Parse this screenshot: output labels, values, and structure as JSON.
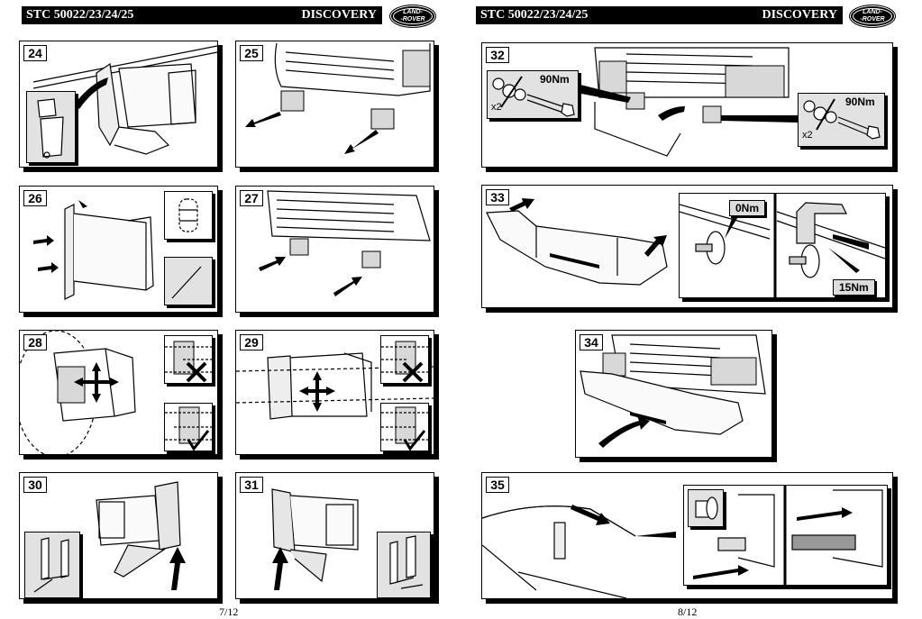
{
  "pages": [
    {
      "header": {
        "code": "STC 50022/23/24/25",
        "model": "DISCOVERY",
        "logo_line1": "LAND-",
        "logo_line2": "-ROVER"
      },
      "page_number": "7/12",
      "steps": [
        {
          "number": "24",
          "illustration": "Remove towing eye and discard (waste bin inset)"
        },
        {
          "number": "25",
          "illustration": "Remove towing brackets from front of vehicle"
        },
        {
          "number": "26",
          "illustration": "Fit side plates to receiver; insets show clip and tool"
        },
        {
          "number": "27",
          "illustration": "Offer receiver assemblies up to vehicle"
        },
        {
          "number": "28",
          "illustration": "Align receiver; insets show incorrect (cross) and correct (tick) alignment"
        },
        {
          "number": "29",
          "illustration": "Align receiver; insets show incorrect (cross) and correct (tick) alignment"
        },
        {
          "number": "30",
          "illustration": "Fit support bracket from below (inset shows bracket)"
        },
        {
          "number": "31",
          "illustration": "Fit support bracket from below (inset shows bracket)"
        }
      ]
    },
    {
      "header": {
        "code": "STC 50022/23/24/25",
        "model": "DISCOVERY",
        "logo_line1": "LAND-",
        "logo_line2": "-ROVER"
      },
      "page_number": "8/12",
      "steps": [
        {
          "number": "32",
          "illustration": "Secure brackets with bolts and washers",
          "callouts": [
            {
              "torque": "90Nm",
              "qty": "x2"
            },
            {
              "torque": "90Nm",
              "qty": "x2"
            }
          ]
        },
        {
          "number": "33",
          "illustration": "Prepare bumper; fit mounting rubbers and clip",
          "callouts": [
            {
              "torque": "0Nm"
            },
            {
              "torque": "15Nm"
            }
          ]
        },
        {
          "number": "34",
          "illustration": "Refit bumper to vehicle"
        },
        {
          "number": "35",
          "illustration": "Reconnect washer hose to connector"
        }
      ]
    }
  ]
}
